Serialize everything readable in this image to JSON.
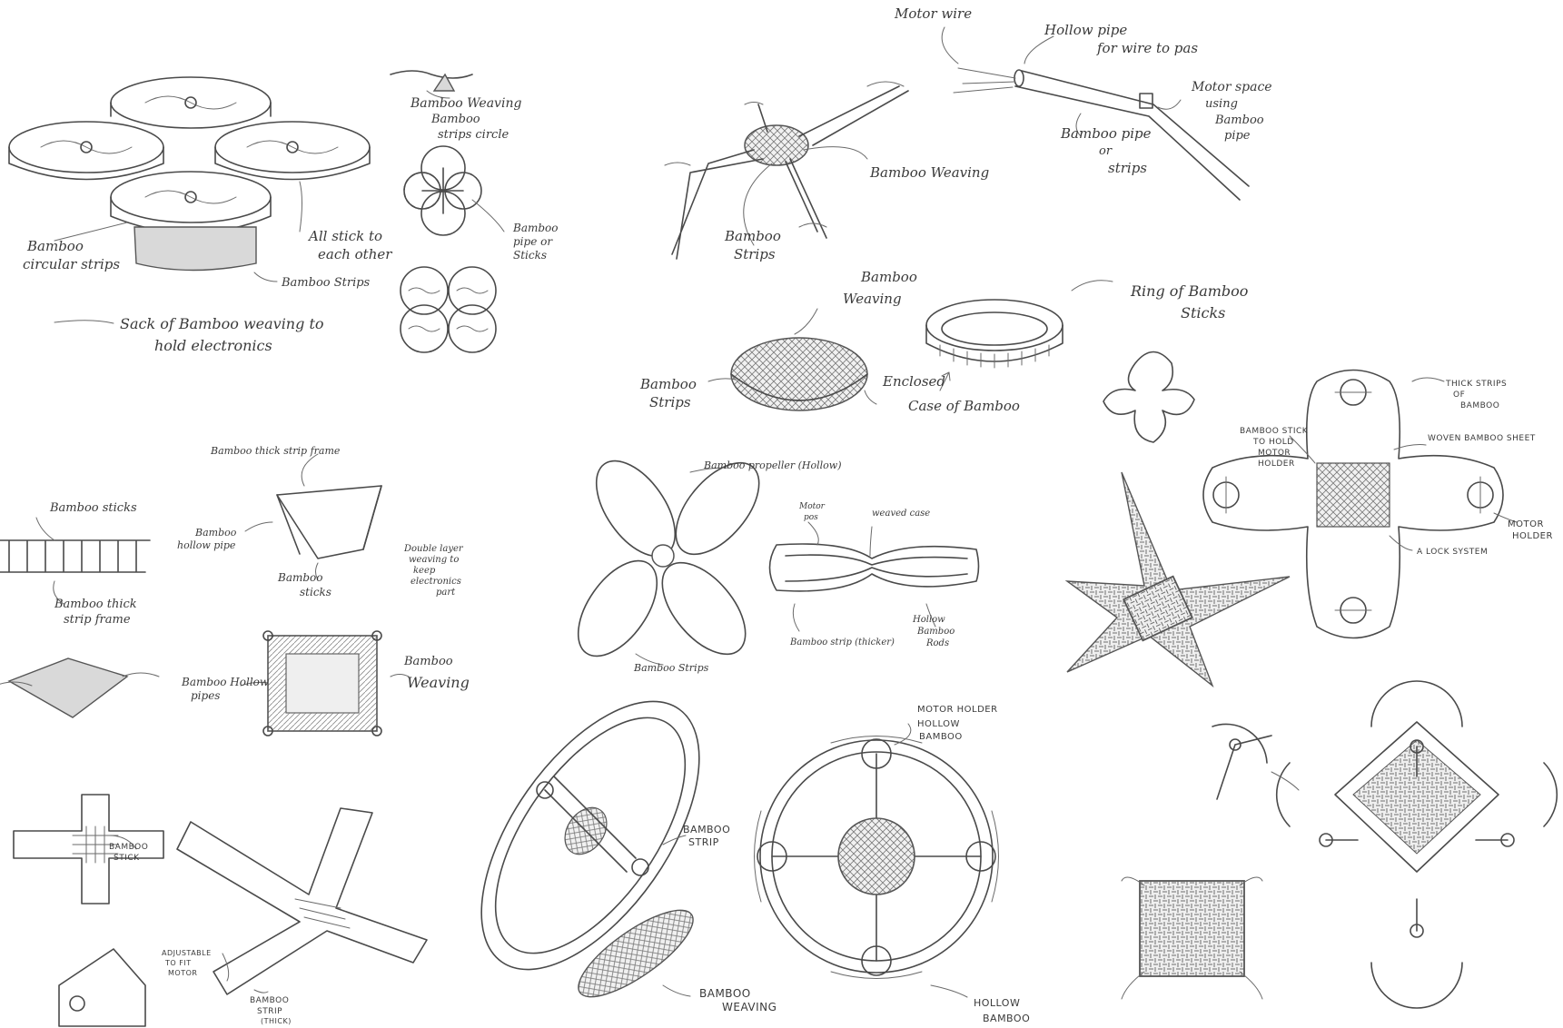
{
  "labels": {
    "top_left": {
      "bamboo_circular_strips": [
        "Bamboo",
        "circular strips"
      ],
      "all_stick": [
        "All stick to",
        "each other"
      ],
      "bamboo_strips": "Bamboo Strips",
      "sack": [
        "Sack of Bamboo weaving to",
        "hold electronics"
      ],
      "bamboo_weaving": "Bamboo Weaving",
      "bamboo_strips_circle": [
        "Bamboo",
        "strips circle"
      ],
      "bamboo_pipe_sticks": [
        "Bamboo",
        "pipe or",
        "Sticks"
      ]
    },
    "top_middle": {
      "motor_wire": "Motor wire",
      "hollow_pipe": [
        "Hollow pipe",
        "for wire to pas"
      ],
      "motor_space": [
        "Motor space",
        "using",
        "Bamboo",
        "pipe"
      ],
      "bamboo_pipe_strips": [
        "Bamboo pipe",
        "or",
        "strips"
      ],
      "bamboo_weaving": "Bamboo Weaving",
      "bamboo_strips": [
        "Bamboo",
        "Strips"
      ],
      "bamboo_weaving_2": [
        "Bamboo",
        "Weaving"
      ],
      "ring": [
        "Ring of Bamboo",
        "Sticks"
      ],
      "bamboo_strips_2": [
        "Bamboo",
        "Strips"
      ],
      "enclosed": "Enclosed",
      "case": "Case of Bamboo"
    },
    "right_top": {
      "thick_strips": [
        "THICK STRIPS",
        "OF",
        "BAMBOO"
      ],
      "bamboo_stick": [
        "BAMBOO STICK",
        "TO HOLD",
        "MOTOR",
        "HOLDER"
      ],
      "woven_sheet": "WOVEN BAMBOO SHEET",
      "motor_holder": [
        "MOTOR",
        "HOLDER"
      ],
      "lock_system": "A LOCK SYSTEM"
    },
    "middle_left": {
      "bamboo_sticks": "Bamboo sticks",
      "bamboo_thick_frame": [
        "Bamboo thick",
        "strip frame"
      ],
      "thick_strip_frame": "Bamboo thick strip frame",
      "hollow_pipe": [
        "Bamboo",
        "hollow pipe"
      ],
      "sticks": [
        "Bamboo",
        "sticks"
      ],
      "double_layer": [
        "Double layer",
        "weaving to",
        "keep",
        "electronics",
        "part"
      ],
      "hollow_pipes": [
        "Bamboo Hollow",
        "pipes"
      ],
      "weaving": [
        "Bamboo",
        "Weaving"
      ]
    },
    "middle_center": {
      "propeller": "Bamboo propeller (Hollow)",
      "bamboo_strips": "Bamboo Strips",
      "motor_pos": [
        "Motor",
        "pos"
      ],
      "weaved_case": "weaved case",
      "hollow_rods": [
        "Hollow",
        "Bamboo",
        "Rods"
      ],
      "strip_thicker": "Bamboo strip (thicker)"
    },
    "bottom_left": {
      "bamboo_stick": [
        "BAMBOO",
        "STICK"
      ],
      "adjustable": [
        "ADJUSTABLE",
        "TO FIT",
        "MOTOR"
      ],
      "strip_thick": [
        "BAMBOO",
        "STRIP",
        "(THICK)"
      ]
    },
    "bottom_center": {
      "bamboo_strip": [
        "BAMBOO",
        "STRIP"
      ],
      "bamboo_weaving": [
        "BAMBOO",
        "WEAVING"
      ],
      "motor_holder": "MOTOR HOLDER",
      "hollow_bamboo_top": [
        "HOLLOW",
        "BAMBOO"
      ],
      "hollow_bamboo_bottom": [
        "HOLLOW",
        "BAMBOO"
      ]
    }
  }
}
